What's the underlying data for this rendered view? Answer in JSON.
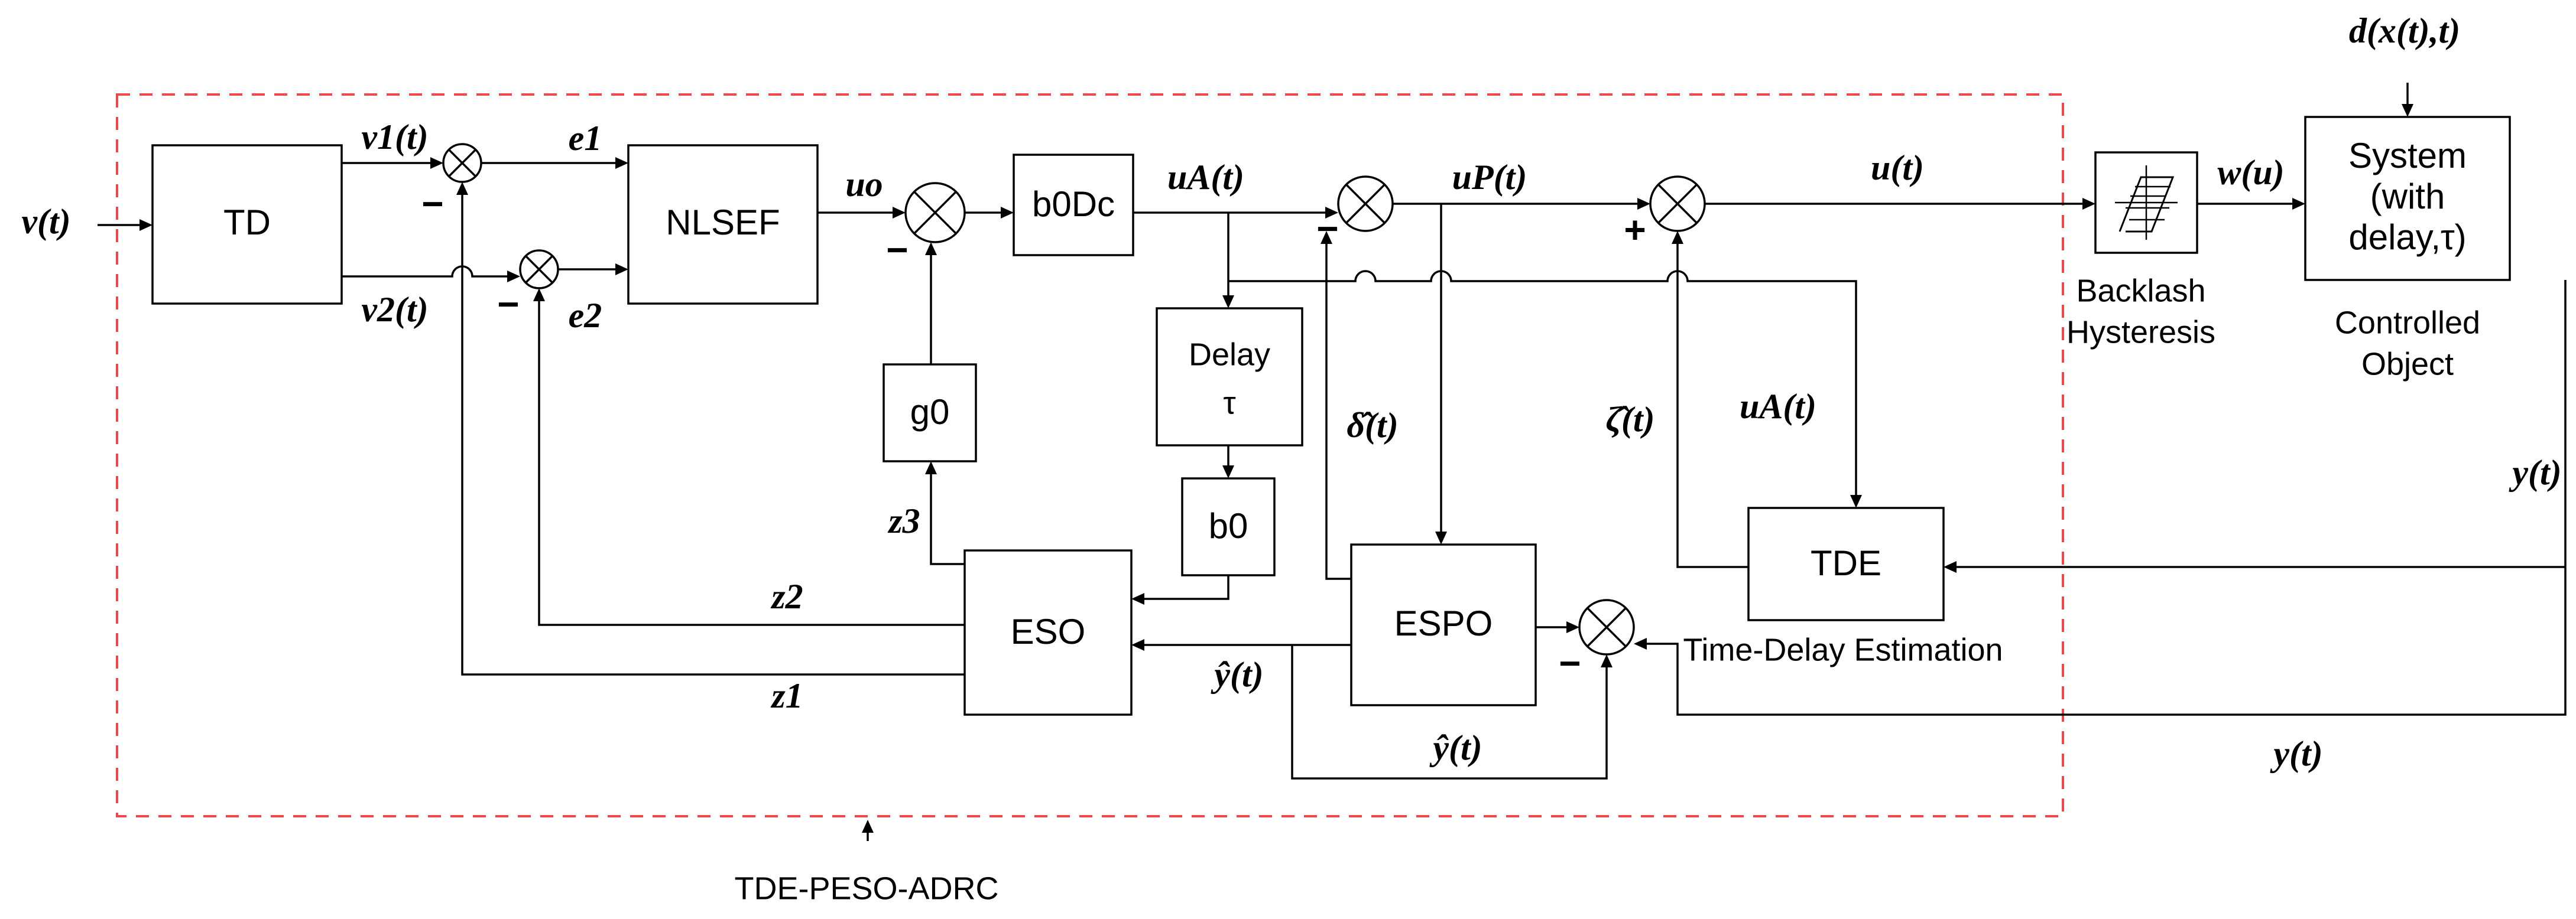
{
  "frame_label": "TDE-PESO-ADRC",
  "blocks": {
    "td": "TD",
    "nlsef": "NLSEF",
    "b0dc": "b0Dc",
    "delay_line1": "Delay",
    "delay_line2": "τ",
    "g0": "g0",
    "b0": "b0",
    "eso": "ESO",
    "espo": "ESPO",
    "tde": "TDE",
    "system_line1": "System",
    "system_line2": "(with",
    "system_line3": "delay,τ)"
  },
  "captions": {
    "backlash_line1": "Backlash",
    "backlash_line2": "Hysteresis",
    "controlled_line1": "Controlled",
    "controlled_line2": "Object",
    "tde_full": "Time-Delay Estimation"
  },
  "signals": {
    "v": "v(t)",
    "v1": "v1(t)",
    "v2": "v2(t)",
    "e1": "e1",
    "e2": "e2",
    "uo": "uo",
    "uA_top": "uA(t)",
    "uP": "uP(t)",
    "u": "u(t)",
    "w": "w(u)",
    "d": "d(x(t),t)",
    "y_right": "y(t)",
    "y_bottom": "y(t)",
    "uA_tde": "uA(t)",
    "delta_hat": "δ̂(t)",
    "zeta_hat": "ζ̂(t)",
    "z1": "z1",
    "z2": "z2",
    "z3": "z3",
    "y_hat_1": "ŷ(t)",
    "y_hat_2": "ŷ(t)"
  },
  "signs": {
    "minus_s1": "−",
    "minus_s2": "−",
    "minus_s3": "−",
    "minus_s4": "−",
    "plus_s5": "+",
    "minus_s6": "−"
  },
  "colors": {
    "frame": "#f04848",
    "line": "#000000"
  }
}
